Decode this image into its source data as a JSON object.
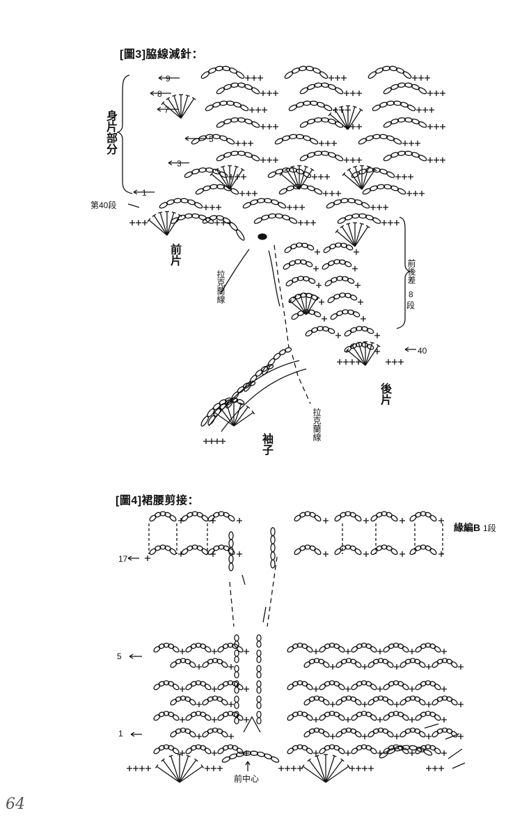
{
  "figure3": {
    "title": "[圖3]脇線減針：",
    "body_section_label": "身片部分",
    "front_label": "前片",
    "back_label": "後片",
    "sleeve_label": "袖子",
    "raglan_label": "拉克蘭線",
    "diff_label_top": "前後差",
    "diff_label_num": "8",
    "diff_label_unit": "段",
    "row40_label": "第40段",
    "row_marks": [
      "9",
      "8",
      "7",
      "5",
      "3",
      "1"
    ],
    "row40_right": "40"
  },
  "figure4": {
    "title": "[圖4]裙腰剪接：",
    "pattern_label": "緣編B",
    "pattern_row": "1段",
    "row_17": "17",
    "row_5": "5",
    "row_1": "1",
    "center_label": "前中心"
  },
  "page_number": "64"
}
